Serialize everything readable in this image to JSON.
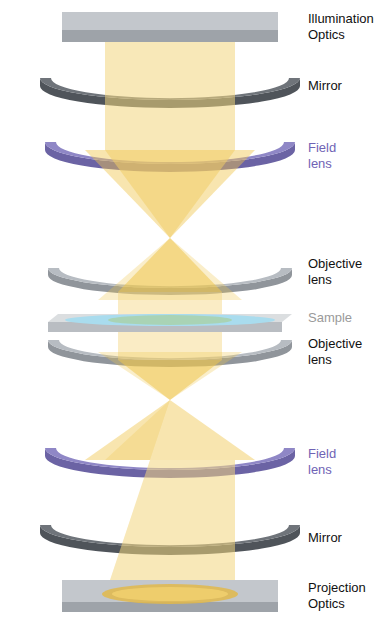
{
  "diagram": {
    "labels": [
      "Illumination Optics",
      "Mirror",
      "Field lens",
      "Objective lens",
      "Sample",
      "Objective lens",
      "Field lens",
      "Mirror",
      "Projection Optics"
    ]
  }
}
